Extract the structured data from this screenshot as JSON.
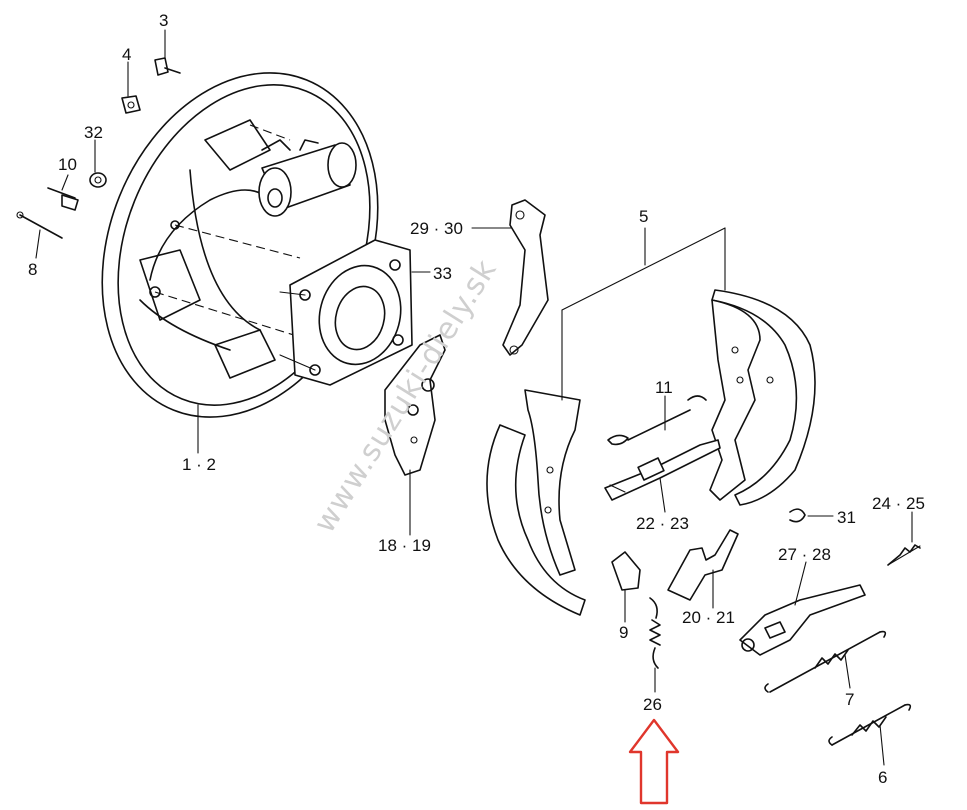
{
  "diagram": {
    "watermark": "www.suzuki-diely.sk",
    "highlight_color": "#e0362c",
    "labels": {
      "p3": "3",
      "p4": "4",
      "p32": "32",
      "p10": "10",
      "p8": "8",
      "p1_2": "1 · 2",
      "p29_30": "29 · 30",
      "p5": "5",
      "p33": "33",
      "p11": "11",
      "p22_23": "22 · 23",
      "p18_19": "18 · 19",
      "p31": "31",
      "p24_25": "24 · 25",
      "p27_28": "27 · 28",
      "p20_21": "20 · 21",
      "p9": "9",
      "p26": "26",
      "p7": "7",
      "p6": "6"
    }
  }
}
